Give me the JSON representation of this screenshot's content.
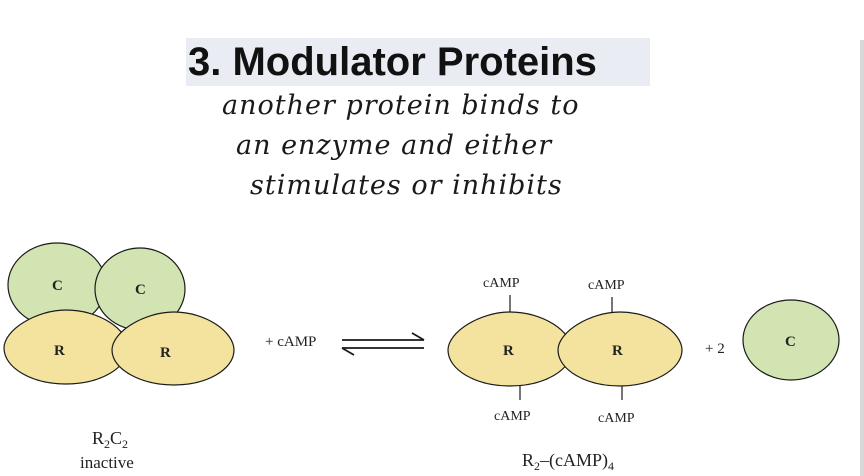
{
  "title": "3. Modulator Proteins",
  "handwritten_notes": [
    "another protein binds to",
    "an enzyme and either",
    "stimulates or inhibits"
  ],
  "diagram": {
    "subunit_c": "C",
    "subunit_r": "R",
    "reactant_left": {
      "formula_main": "R",
      "formula_sub1": "2",
      "formula_mid": "C",
      "formula_sub2": "2",
      "state": "inactive"
    },
    "plus_camp": "+ cAMP",
    "camp_label": "cAMP",
    "product_complex": {
      "formula_main": "R",
      "formula_sub": "2",
      "formula_rest": "–(cAMP)",
      "formula_sub2": "4"
    },
    "plus_two": "+ 2",
    "colors": {
      "c_subunit_fill": "#d3e4b3",
      "r_subunit_fill": "#f3e39f",
      "outline": "#1a1a1a",
      "title_highlight": "#e9ecf2"
    }
  }
}
